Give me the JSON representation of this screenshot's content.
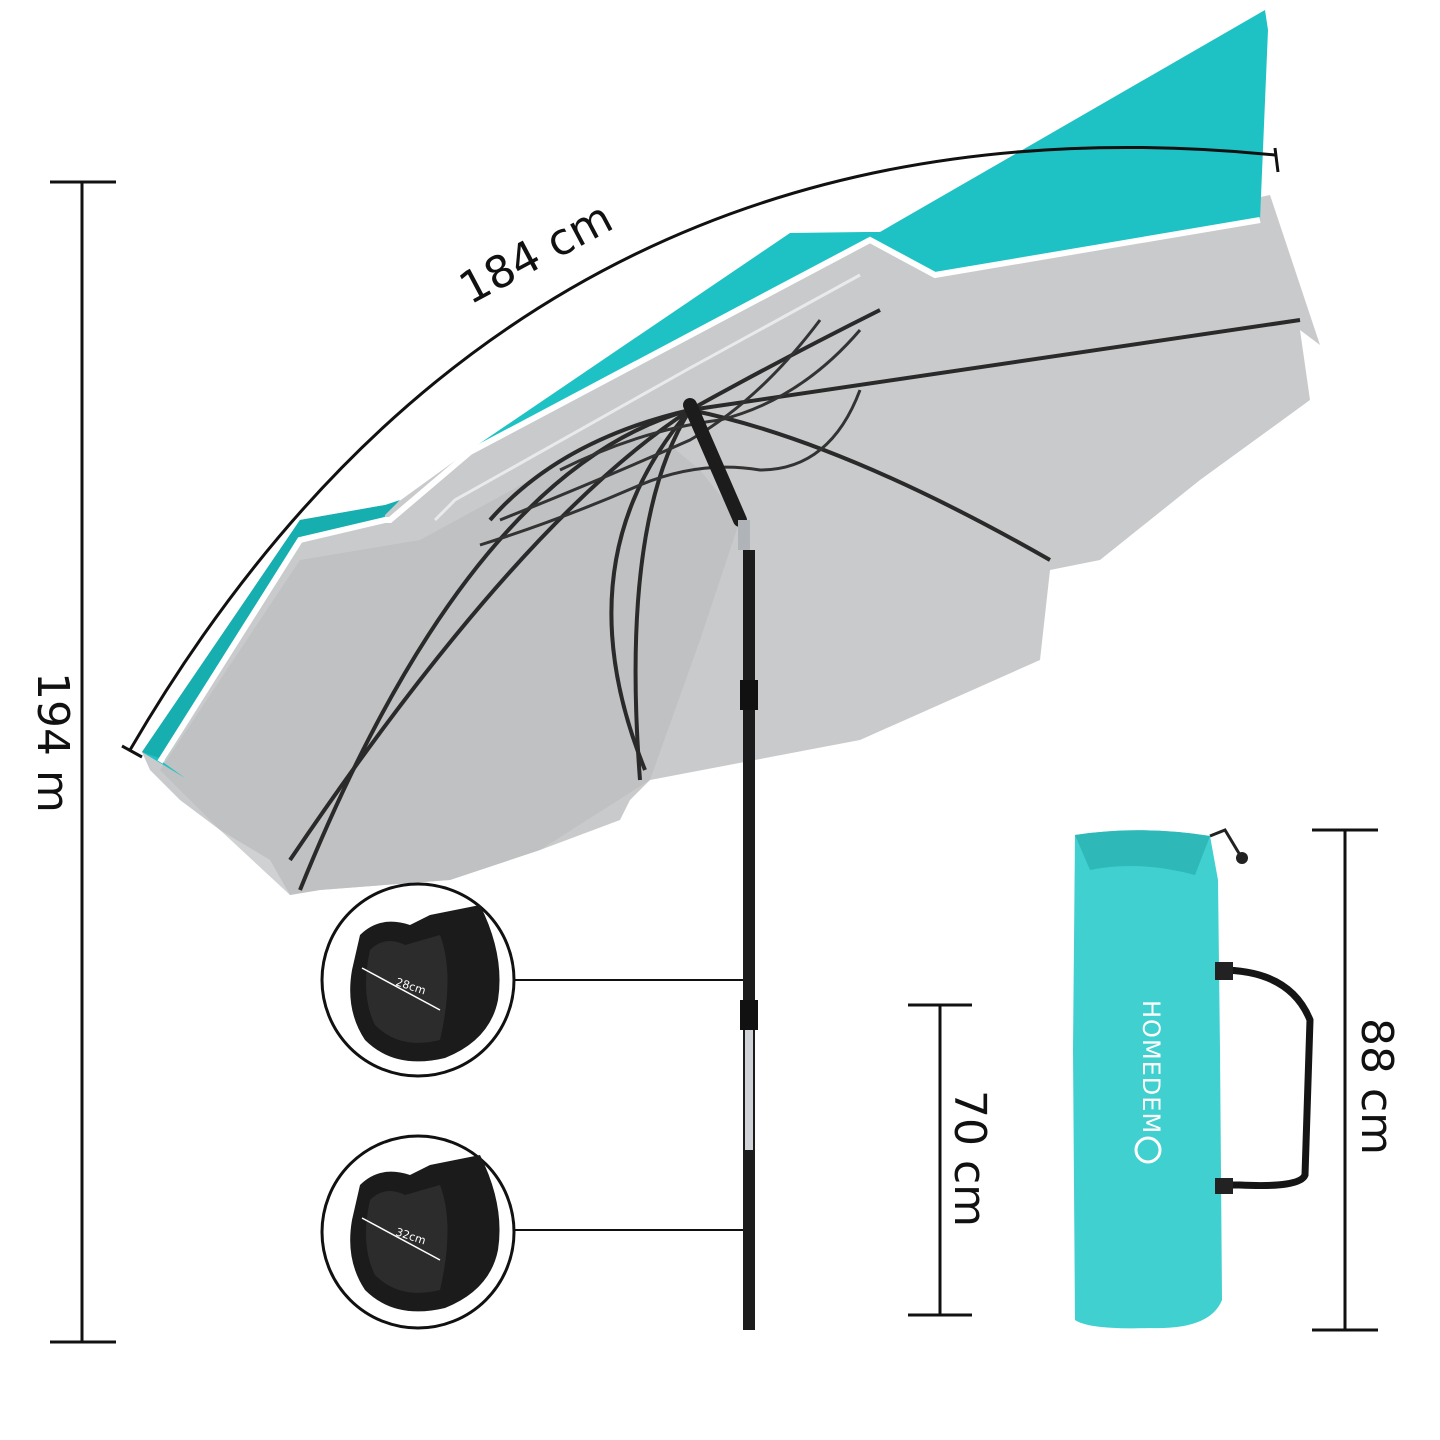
{
  "dimensions": {
    "canopy_width": "184 cm",
    "total_height": "194 m",
    "folded_segment": "70 cm",
    "bag_length": "88 cm",
    "tube_upper_diameter": "28cm",
    "tube_lower_diameter": "32cm"
  },
  "bag": {
    "brand": "HOMEDEM"
  },
  "colors": {
    "canopy_top": "#1fc2c4",
    "canopy_under": "#c9cacc",
    "bag": "#3fd0cf",
    "frame": "#2a2a2a",
    "tube": "#1c1c1c"
  },
  "icons": [
    "umbrella-illustration",
    "tube-cross-section-icon",
    "carry-bag-illustration",
    "brand-logo-icon"
  ]
}
